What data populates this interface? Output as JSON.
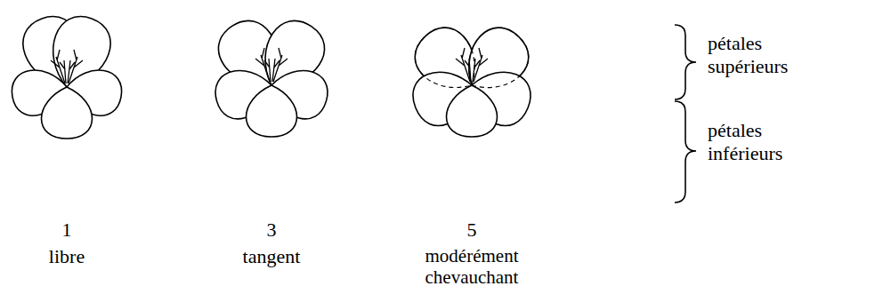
{
  "diagram": {
    "labels": [
      "pétales supérieurs",
      "pétales inférieurs",
      "1",
      "libre",
      "3",
      "tangent",
      "5",
      "modérément chevauchant"
    ]
  }
}
